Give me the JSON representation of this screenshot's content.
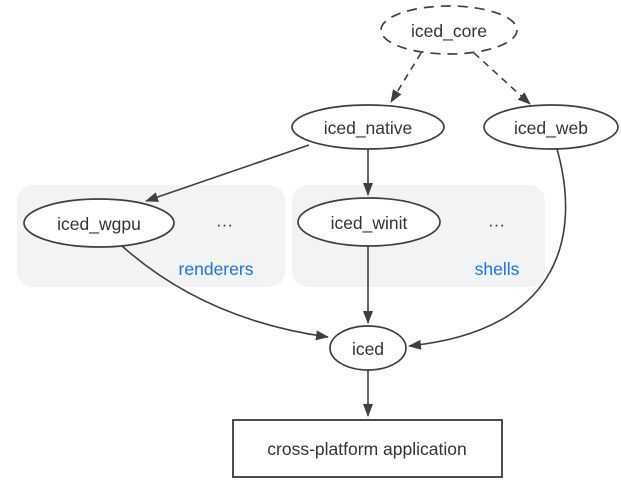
{
  "diagram": {
    "nodes": {
      "iced_core": {
        "label": "iced_core",
        "shape": "ellipse",
        "border": "dashed"
      },
      "iced_native": {
        "label": "iced_native",
        "shape": "ellipse",
        "border": "solid"
      },
      "iced_web": {
        "label": "iced_web",
        "shape": "ellipse",
        "border": "solid"
      },
      "iced_wgpu": {
        "label": "iced_wgpu",
        "shape": "ellipse",
        "border": "solid"
      },
      "iced_winit": {
        "label": "iced_winit",
        "shape": "ellipse",
        "border": "solid"
      },
      "iced": {
        "label": "iced",
        "shape": "ellipse",
        "border": "solid"
      },
      "app": {
        "label": "cross-platform application",
        "shape": "rect",
        "border": "solid"
      }
    },
    "groups": {
      "renderers": {
        "label": "renderers",
        "ellipsis": "...",
        "contains": [
          "iced_wgpu"
        ]
      },
      "shells": {
        "label": "shells",
        "ellipsis": "...",
        "contains": [
          "iced_winit"
        ]
      }
    },
    "edges": [
      {
        "from": "iced_core",
        "to": "iced_native",
        "style": "dashed"
      },
      {
        "from": "iced_core",
        "to": "iced_web",
        "style": "dashed"
      },
      {
        "from": "iced_native",
        "to": "iced_wgpu",
        "style": "solid"
      },
      {
        "from": "iced_native",
        "to": "iced_winit",
        "style": "solid"
      },
      {
        "from": "iced_winit",
        "to": "iced",
        "style": "solid"
      },
      {
        "from": "iced_wgpu",
        "to": "iced",
        "style": "solid"
      },
      {
        "from": "iced_web",
        "to": "iced",
        "style": "solid"
      },
      {
        "from": "iced",
        "to": "app",
        "style": "solid"
      }
    ],
    "colors": {
      "stroke": "#3f3f3f",
      "text": "#333333",
      "group_fill": "#f1f3f4",
      "accent": "#1a73e8",
      "background": "#ffffff"
    }
  }
}
